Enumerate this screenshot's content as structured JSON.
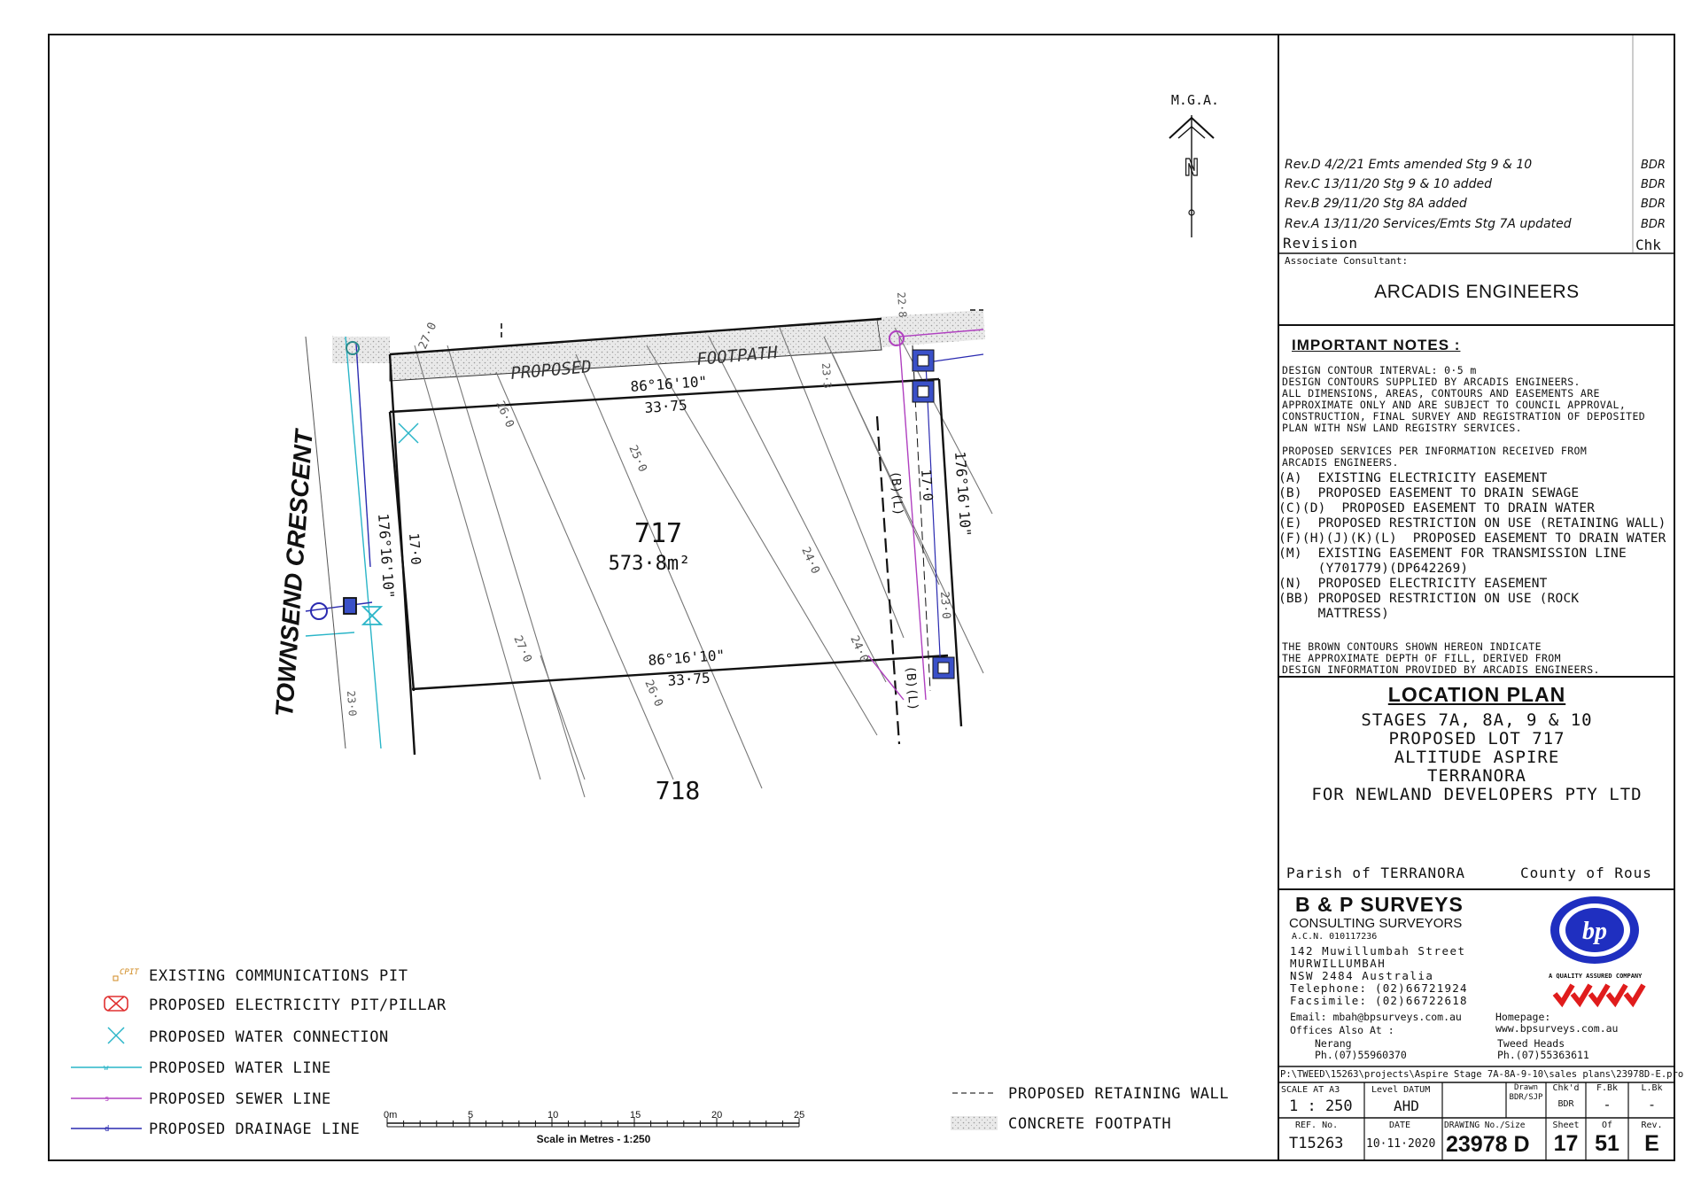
{
  "north_arrow": {
    "label": "M.G.A."
  },
  "plan": {
    "street_name": "TOWNSEND CRESCENT",
    "footpath_label_1": "PROPOSED",
    "footpath_label_2": "FOOTPATH",
    "lot_number": "717",
    "lot_area": "573·8m²",
    "lot_below": "718",
    "bearing_top": "86°16'10\"",
    "distance_top": "33·75",
    "bearing_bottom": "86°16'10\"",
    "distance_bottom": "33·75",
    "bearing_left": "176°16'10\"",
    "distance_left": "17·0",
    "bearing_right": "176°16'10\"",
    "distance_right": "17·0",
    "easement_right_1": "(B)(L)",
    "easement_right_2": "(B)(L)",
    "contours": [
      "27·0",
      "26·0",
      "25·0",
      "24·0",
      "26·0",
      "27·0",
      "24·0",
      "23·0"
    ],
    "pit_label_1": "22·8",
    "pit_label_2": "23·3",
    "pit_label_3": "23·0"
  },
  "legend": {
    "items": [
      {
        "symbol": "comm-pit-icon",
        "label": "EXISTING COMMUNICATIONS PIT",
        "tag": "CPIT"
      },
      {
        "symbol": "electricity-pit-icon",
        "label": "PROPOSED ELECTRICITY PIT/PILLAR"
      },
      {
        "symbol": "water-connection-icon",
        "label": "PROPOSED WATER CONNECTION"
      },
      {
        "symbol": "water-line-icon",
        "label": "PROPOSED WATER LINE",
        "tag": "w"
      },
      {
        "symbol": "sewer-line-icon",
        "label": "PROPOSED SEWER LINE",
        "tag": "s"
      },
      {
        "symbol": "drainage-line-icon",
        "label": "PROPOSED DRAINAGE LINE",
        "tag": "d"
      }
    ],
    "items_right": [
      {
        "symbol": "retaining-wall-icon",
        "label": "PROPOSED RETAINING WALL"
      },
      {
        "symbol": "concrete-footpath-icon",
        "label": "CONCRETE FOOTPATH"
      }
    ],
    "colors": {
      "water": "#2ab5c8",
      "sewer": "#b040c0",
      "drainage": "#2a2ab0",
      "comm": "#d08a20",
      "elec": "#e03030"
    }
  },
  "scale_bar": {
    "ticks": [
      "0m",
      "5",
      "10",
      "15",
      "20",
      "25"
    ],
    "caption": "Scale in Metres - 1:250"
  },
  "revisions": [
    {
      "text": "Rev.D 4/2/21 Emts amended Stg 9 & 10",
      "chk": "BDR"
    },
    {
      "text": "Rev.C 13/11/20 Stg 9 & 10 added",
      "chk": "BDR"
    },
    {
      "text": "Rev.B 29/11/20 Stg 8A added",
      "chk": "BDR"
    },
    {
      "text": "Rev.A 13/11/20 Services/Emts Stg 7A updated",
      "chk": "BDR"
    }
  ],
  "revision_header": {
    "label": "Revision",
    "chk": "Chk"
  },
  "consultant": {
    "label": "Associate Consultant:",
    "name": "ARCADIS ENGINEERS"
  },
  "notes": {
    "heading": "IMPORTANT NOTES :",
    "para1": "DESIGN CONTOUR INTERVAL: 0·5 m\nDESIGN CONTOURS SUPPLIED BY ARCADIS ENGINEERS.\nALL DIMENSIONS, AREAS, CONTOURS AND EASEMENTS ARE\nAPPROXIMATE ONLY AND ARE SUBJECT TO COUNCIL APPROVAL,\nCONSTRUCTION, FINAL SURVEY AND REGISTRATION OF DEPOSITED\nPLAN WITH NSW LAND REGISTRY SERVICES.",
    "para2": "PROPOSED SERVICES PER INFORMATION RECEIVED FROM\nARCADIS ENGINEERS.",
    "easements": [
      "(A)  EXISTING ELECTRICITY EASEMENT",
      "(B)  PROPOSED EASEMENT TO DRAIN SEWAGE",
      "(C)(D)  PROPOSED EASEMENT TO DRAIN WATER",
      "(E)  PROPOSED RESTRICTION ON USE (RETAINING WALL)",
      "(F)(H)(J)(K)(L)  PROPOSED EASEMENT TO DRAIN WATER",
      "(M)  EXISTING EASEMENT FOR TRANSMISSION LINE",
      "     (Y701779)(DP642269)",
      "(N)  PROPOSED ELECTRICITY EASEMENT",
      "(BB) PROPOSED RESTRICTION ON USE (ROCK",
      "     MATTRESS)"
    ],
    "para3": "THE BROWN CONTOURS SHOWN HEREON INDICATE\nTHE APPROXIMATE DEPTH OF FILL, DERIVED FROM\nDESIGN INFORMATION PROVIDED BY ARCADIS ENGINEERS."
  },
  "location_plan": {
    "title": "LOCATION PLAN",
    "lines": [
      "STAGES 7A, 8A, 9 & 10",
      "PROPOSED LOT 717",
      "ALTITUDE ASPIRE",
      "TERRANORA",
      "FOR NEWLAND DEVELOPERS PTY LTD"
    ],
    "parish": "Parish of TERRANORA",
    "county": "County of Rous"
  },
  "company": {
    "name": "B & P SURVEYS",
    "subtitle": "CONSULTING SURVEYORS",
    "acn": "A.C.N. 010117236",
    "address": [
      "142 Muwillumbah Street",
      "MURWILLUMBAH",
      "NSW 2484 Australia"
    ],
    "telephone": "Telephone: (02)66721924",
    "facsimile": "Facsimile:  (02)66722618",
    "email": "Email: mbah@bpsurveys.com.au",
    "homepage_label": "Homepage:",
    "homepage": "www.bpsurveys.com.au",
    "offices_label": "Offices Also At :",
    "office1_name": "Nerang",
    "office1_phone": "Ph.(07)55960370",
    "office2_name": "Tweed Heads",
    "office2_phone": "Ph.(07)55363611",
    "logo_text": "bp",
    "quality": "A QUALITY ASSURED COMPANY"
  },
  "file_path": "P:\\TWEED\\15263\\projects\\Aspire Stage 7A-8A-9-10\\sales plans\\23978D-E.pro",
  "title_block": {
    "scale_label": "SCALE AT A3",
    "scale": "1 : 250",
    "level_label": "Level DATUM",
    "level": "AHD",
    "drawn_label": "Drawn",
    "drawn": "BDR/SJP",
    "chkd_label": "Chk'd",
    "chkd": "BDR",
    "fbk_label": "F.Bk",
    "fbk": "-",
    "lbk_label": "L.Bk",
    "lbk": "-",
    "ref_label": "REF. No.",
    "ref": "T15263",
    "date_label": "DATE",
    "date": "10·11·2020",
    "drawing_label": "DRAWING No./Size",
    "drawing": "23978 D",
    "sheet_label": "Sheet",
    "sheet": "17",
    "of_label": "Of",
    "of": "51",
    "rev_label": "Rev.",
    "rev": "E"
  }
}
